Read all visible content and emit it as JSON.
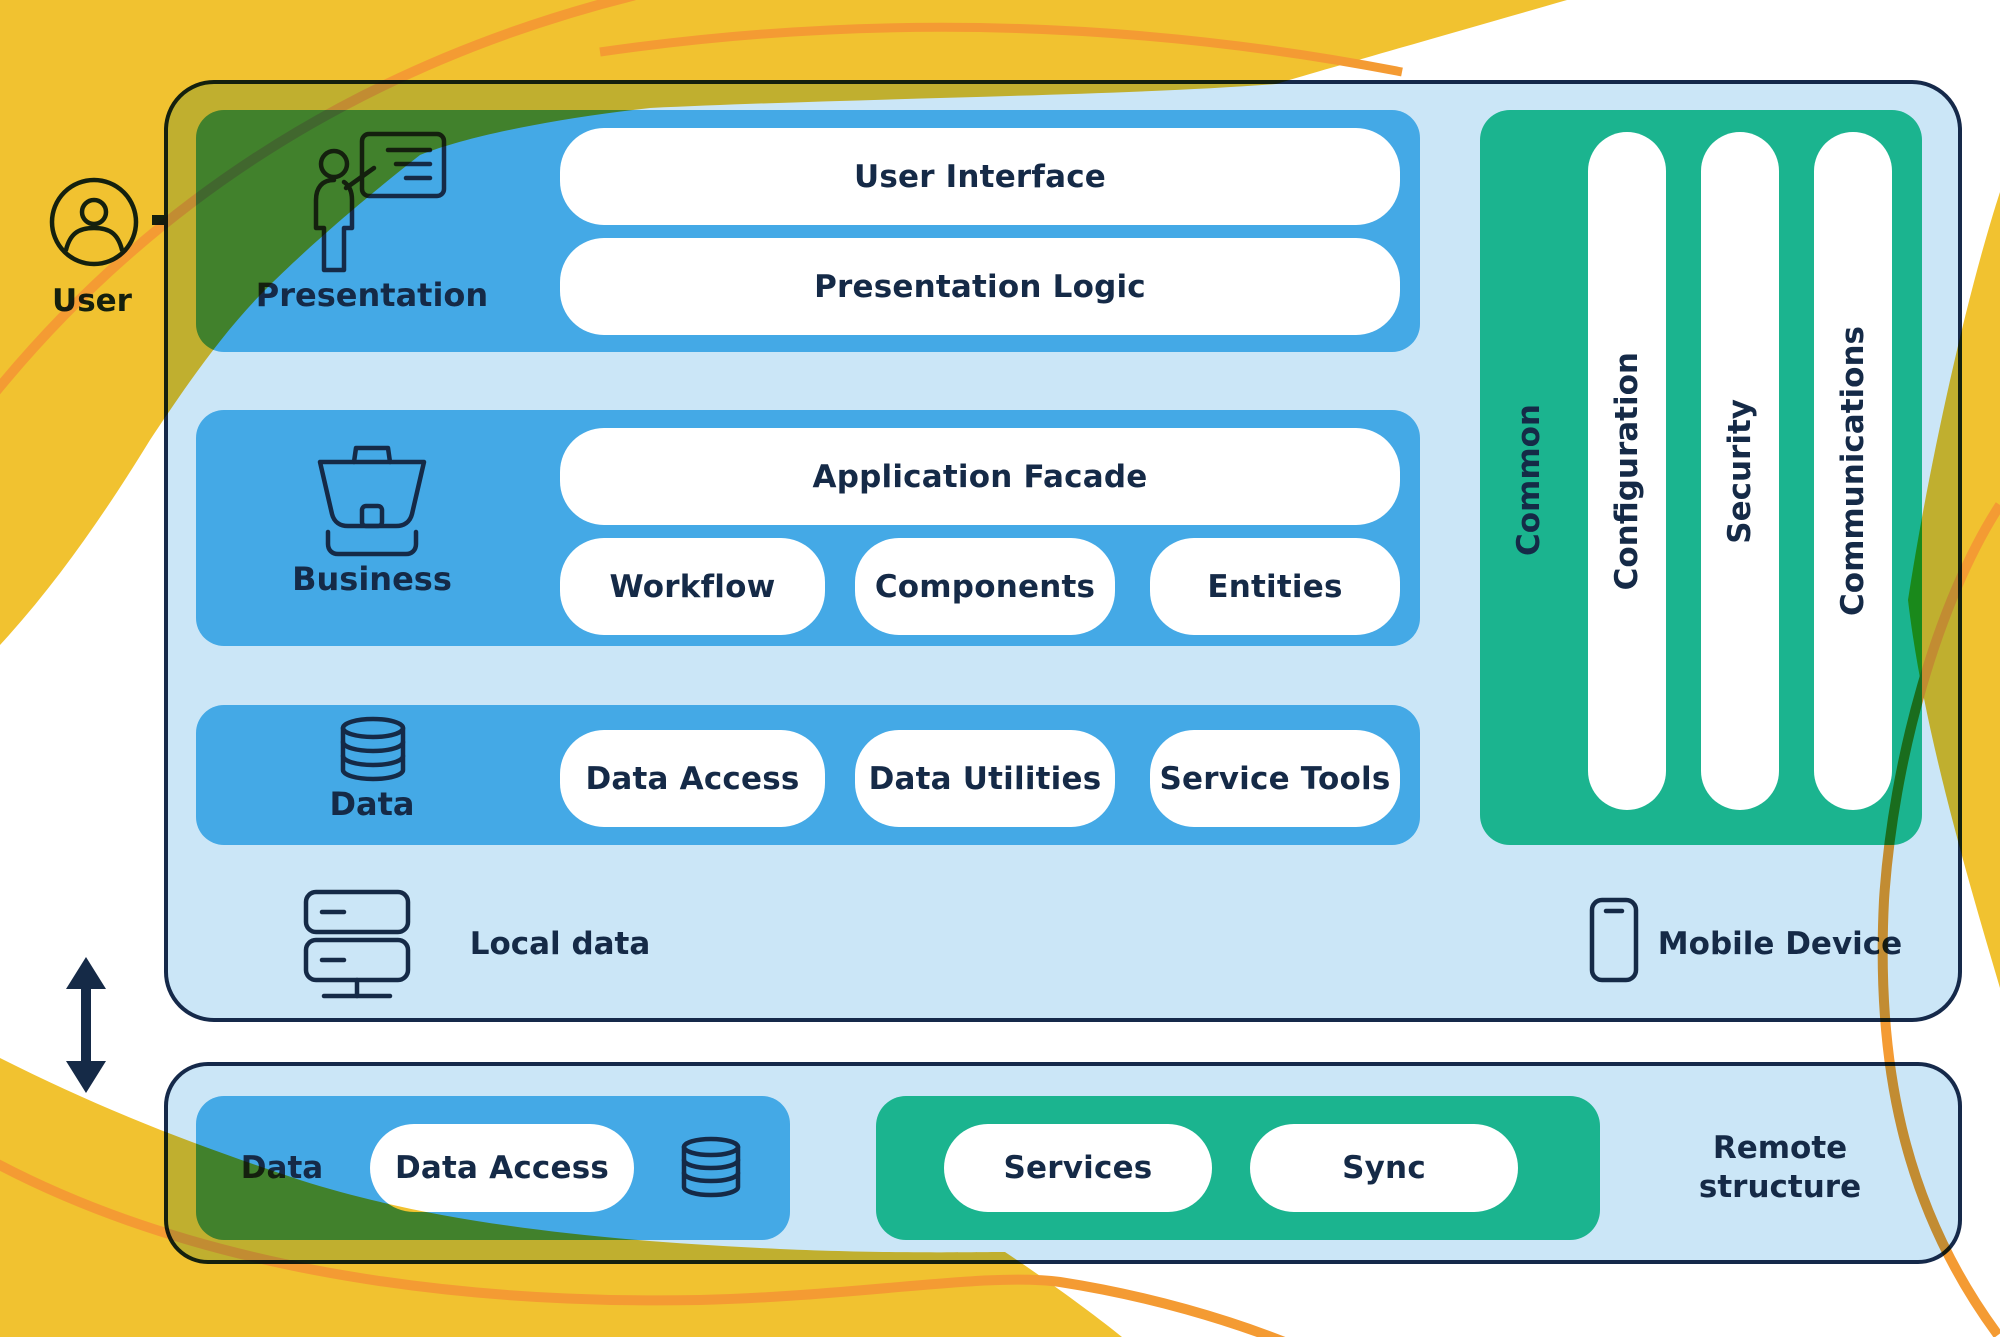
{
  "palette": {
    "yellow": "#f1c230",
    "orange": "#f49b33",
    "light_blue": "#cbe6f7",
    "blue": "#44a9e6",
    "green": "#1bb48f",
    "navy": "#152a47",
    "white": "#ffffff"
  },
  "user": {
    "label": "User"
  },
  "main": {
    "presentation": {
      "label": "Presentation",
      "pills": [
        {
          "label": "User Interface"
        },
        {
          "label": "Presentation Logic"
        }
      ]
    },
    "business": {
      "label": "Business",
      "facade": {
        "label": "Application Facade"
      },
      "pills": [
        {
          "label": "Workflow"
        },
        {
          "label": "Components"
        },
        {
          "label": "Entities"
        }
      ]
    },
    "data": {
      "label": "Data",
      "pills": [
        {
          "label": "Data Access"
        },
        {
          "label": "Data Utilities"
        },
        {
          "label": "Service Tools"
        }
      ]
    },
    "common": {
      "label": "Common",
      "pills": [
        {
          "label": "Configuration"
        },
        {
          "label": "Security"
        },
        {
          "label": "Communications"
        }
      ]
    },
    "local_data": {
      "label": "Local data"
    },
    "mobile_device": {
      "label": "Mobile Device"
    }
  },
  "remote": {
    "label_line1": "Remote",
    "label_line2": "structure",
    "data_group": {
      "label": "Data",
      "pill": {
        "label": "Data Access"
      }
    },
    "services_group": {
      "pills": [
        {
          "label": "Services"
        },
        {
          "label": "Sync"
        }
      ]
    }
  }
}
